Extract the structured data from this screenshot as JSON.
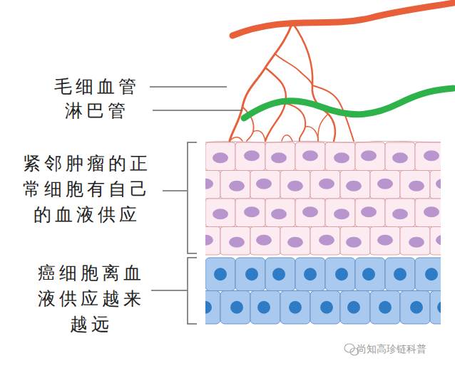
{
  "diagram": {
    "labels": [
      "毛细血管",
      "淋巴管",
      "紧邻肿瘤的正常细胞有自己的血液供应",
      "癌细胞离血液供应越来越远",
      "尚知高珍链科普"
    ]
  }
}
